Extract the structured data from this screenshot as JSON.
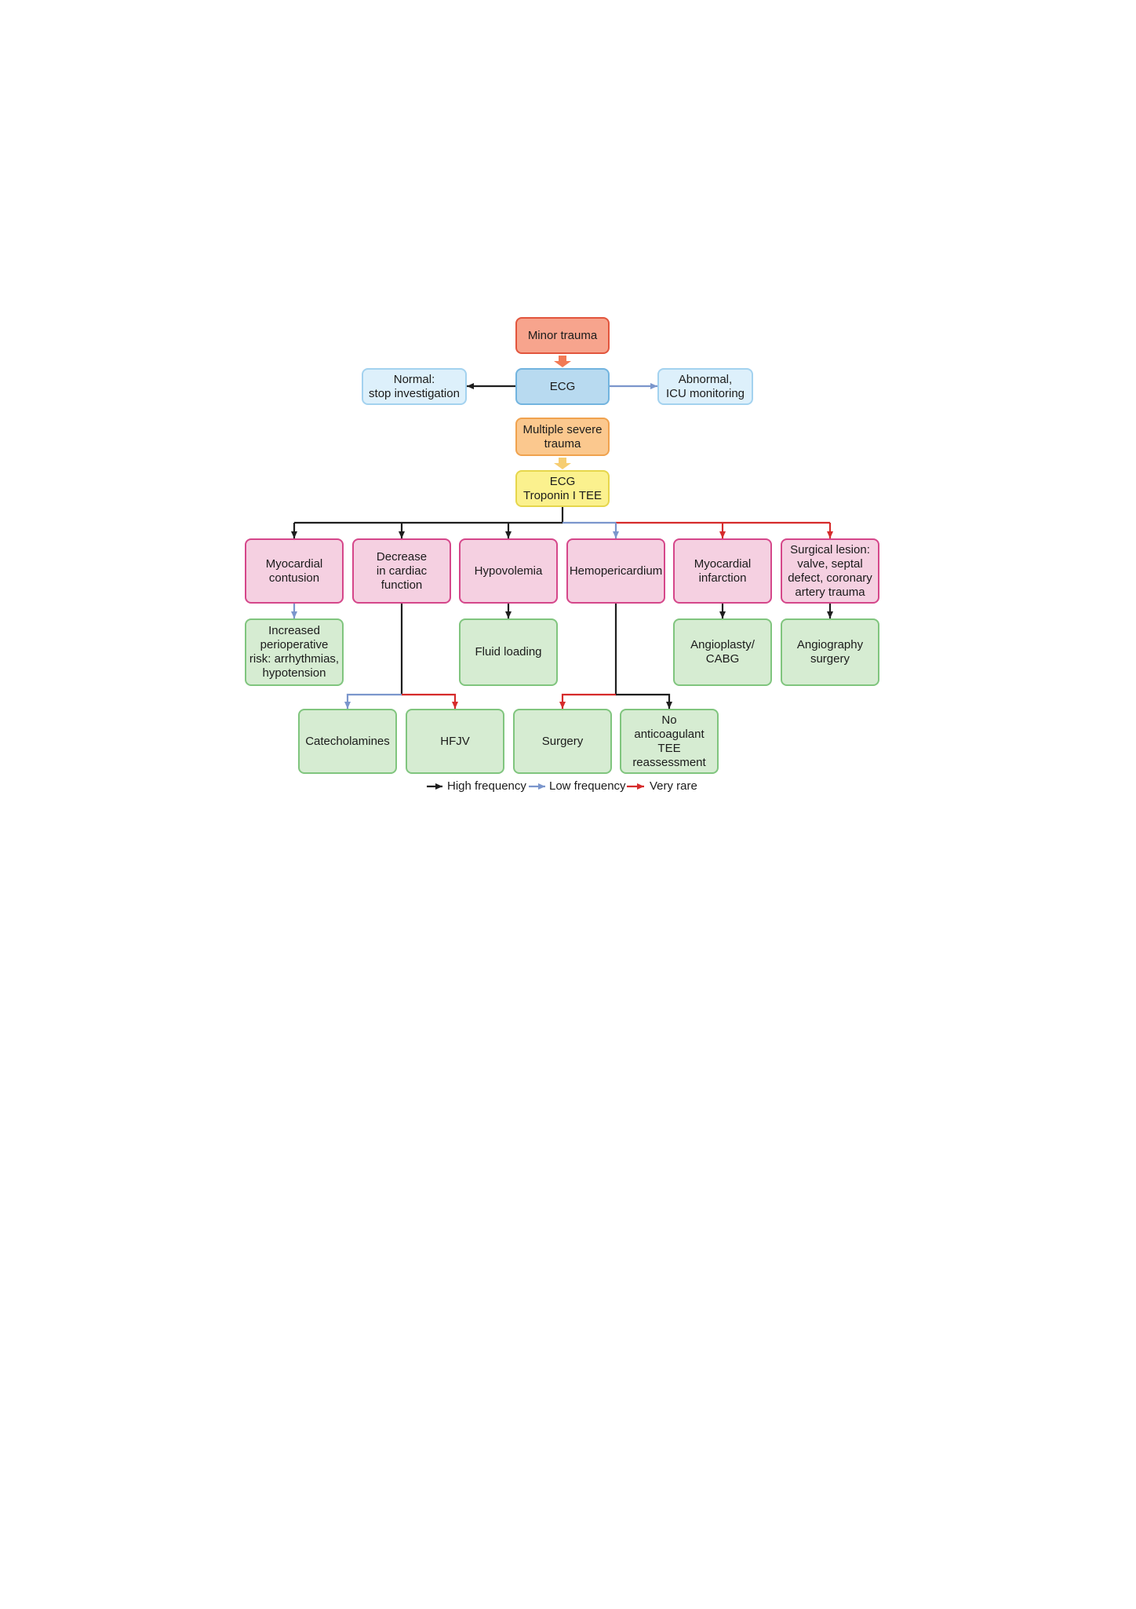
{
  "nodes": {
    "minor_trauma": "Minor trauma",
    "ecg": "ECG",
    "normal": "Normal:\nstop investigation",
    "abnormal": "Abnormal,\nICU monitoring",
    "multiple_severe_trauma": "Multiple severe\ntrauma",
    "ecg_troponin_tee": "ECG\nTroponin I TEE",
    "myocardial_contusion": "Myocardial\ncontusion",
    "decrease_cardiac_function": "Decrease\nin cardiac\nfunction",
    "hypovolemia": "Hypovolemia",
    "hemopericardium": "Hemopericardium",
    "myocardial_infarction": "Myocardial\ninfarction",
    "surgical_lesion": "Surgical lesion:\nvalve, septal\ndefect, coronary\nartery trauma",
    "increased_risk": "Increased\nperioperative\nrisk: arrhythmias,\nhypotension",
    "fluid_loading": "Fluid loading",
    "angioplasty_cabg": "Angioplasty/\nCABG",
    "angiography_surgery": "Angiography\nsurgery",
    "catecholamines": "Catecholamines",
    "hfjv": "HFJV",
    "surgery": "Surgery",
    "no_anticoagulant": "No\nanticoagulant\nTEE\nreassessment"
  },
  "legend": {
    "high_frequency": "High frequency",
    "low_frequency": "Low frequency",
    "very_rare": "Very rare"
  },
  "colors": {
    "high_frequency": "#1e1e1e",
    "low_frequency": "#7b96cc",
    "very_rare": "#d62b2b",
    "minor_trauma_fill": "#f7a48d",
    "minor_trauma_border": "#e2553d",
    "ecg_fill": "#b8daf0",
    "ecg_border": "#72b4df",
    "outcome_fill": "#ddf0fb",
    "outcome_border": "#a3d2ef",
    "severe_trauma_fill": "#fbc88e",
    "severe_trauma_border": "#f0a24e",
    "tests_fill": "#fbf18e",
    "tests_border": "#e6d64c",
    "lesion_fill": "#f5d0e1",
    "lesion_border": "#d5478a",
    "treatment_fill": "#d6ecd2",
    "treatment_border": "#80c57e",
    "arrow_minor": "#f27a55",
    "arrow_severe": "#f6cd72"
  }
}
